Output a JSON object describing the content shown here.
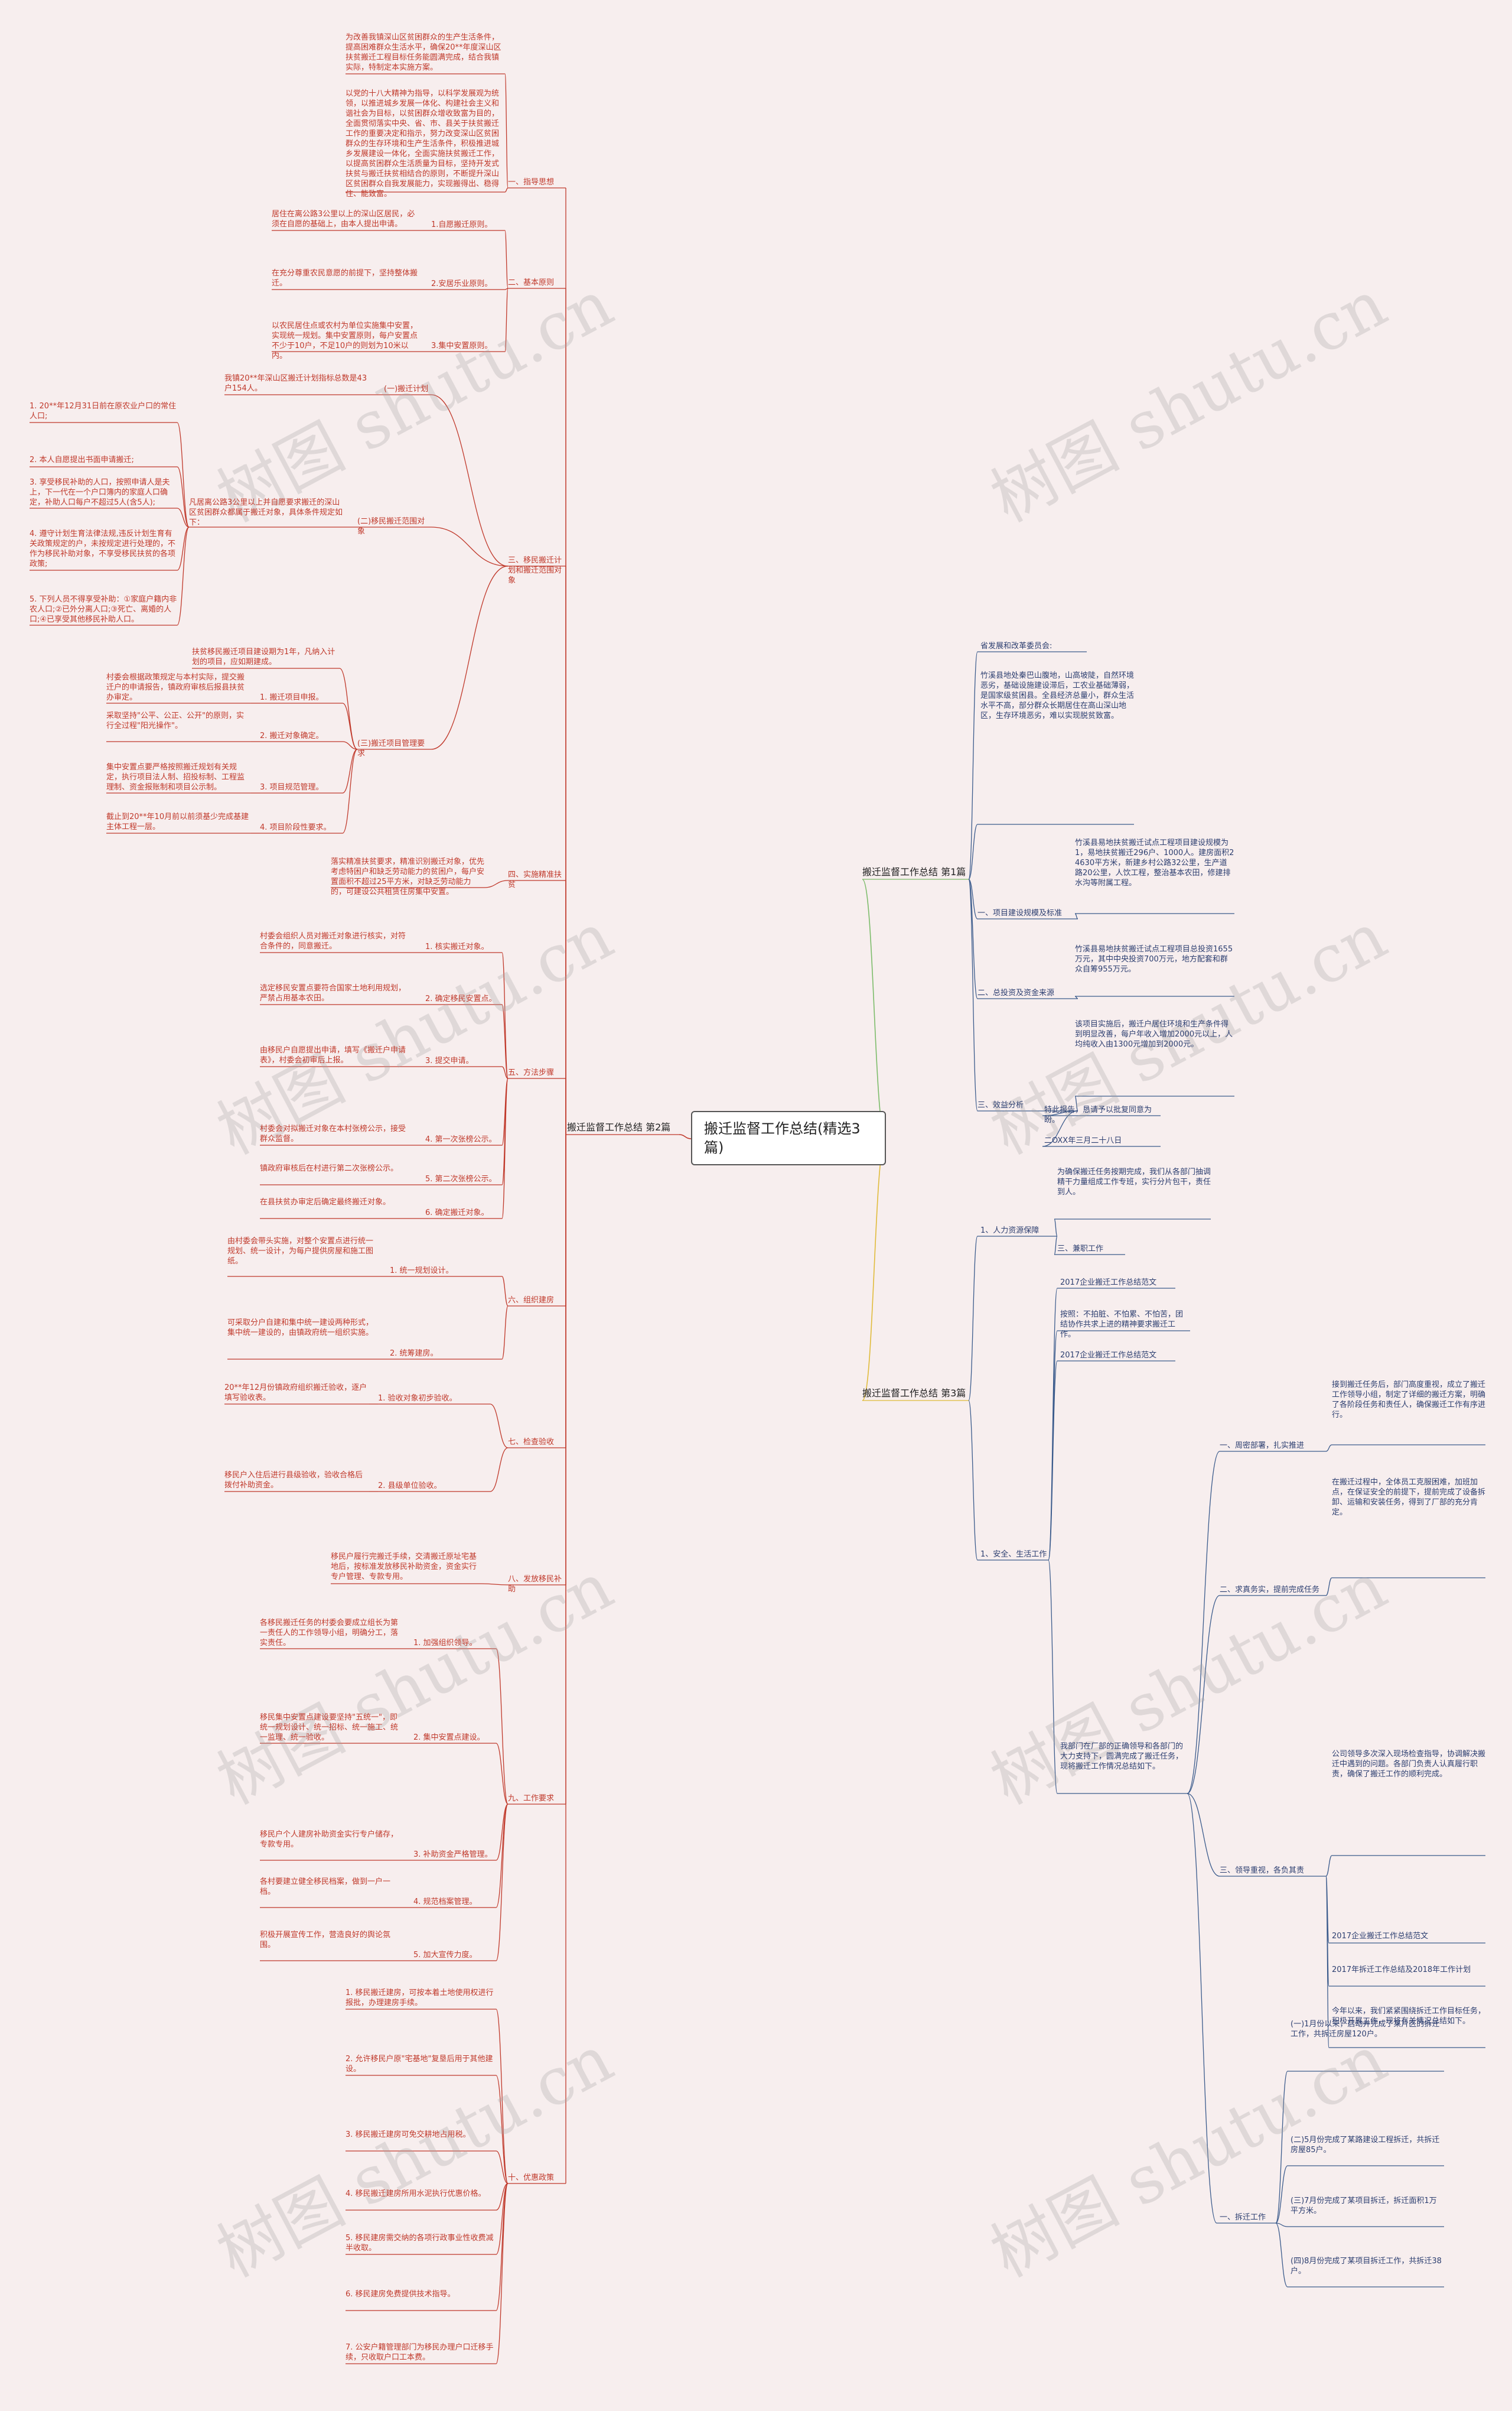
{
  "root": "搬迁监督工作总结(精选3篇)",
  "watermark": "树图 shutu.cn",
  "left": {
    "title": "搬迁监督工作总结 第2篇",
    "sections": [
      {
        "label": "一、指导思想",
        "texts": [
          "为改善我镇深山区贫困群众的生产生活条件，提高困难群众生活水平，确保20**年度深山区扶贫搬迁工程目标任务能圆满完成，结合我镇实际，特制定本实施方案。",
          "以党的十八大精神为指导，以科学发展观为统领，以推进城乡发展一体化、构建社会主义和谐社会为目标，以贫困群众增收致富为目的，全面贯彻落实中央、省、市、县关于扶贫搬迁工作的重要决定和指示，努力改变深山区贫困群众的生存环境和生产生活条件，积极推进城乡发展建设一体化，全面实施扶贫搬迁工作，以提高贫困群众生活质量为目标，坚持开发式扶贫与搬迁扶贫相结合的原则，不断提升深山区贫困群众自我发展能力，实现搬得出、稳得住、能致富。"
        ]
      },
      {
        "label": "二、基本原则",
        "items": [
          [
            "1.自愿搬迁原则。",
            "居住在离公路3公里以上的深山区居民，必须在自愿的基础上，由本人提出申请。"
          ],
          [
            "2.安居乐业原则。",
            "在充分尊重农民意愿的前提下，坚持整体搬迁。"
          ],
          [
            "3.集中安置原则。",
            "以农民居住点或农村为单位实施集中安置，实现统一规划。集中安置原则，每户安置点不少于10户，不足10户的则划为10米以内。"
          ]
        ]
      },
      {
        "label": "三、移民搬迁计划和搬迁范围对象",
        "sub": [
          {
            "label": "(一)搬迁计划",
            "text": "我镇20**年深山区搬迁计划指标总数是43户154人。"
          },
          {
            "label": "(二)移民搬迁范围对象",
            "intro": "凡居离公路3公里以上并自愿要求搬迁的深山区贫困群众都属于搬迁对象，具体条件规定如下：",
            "items": [
              "1. 20**年12月31日前在原农业户口的常住人口;",
              "2. 本人自愿提出书面申请搬迁;",
              "3. 享受移民补助的人口，按照申请人是夫上，下一代在一个户口簿内的家庭人口确定，补助人口每户不超过5人(含5人);",
              "4. 遵守计划生育法律法规,违反计划生育有关政策规定的户，未按规定进行处理的，不作为移民补助对象，不享受移民扶贫的各项政策;",
              "5. 下列人员不得享受补助：①家庭户籍内非农人口;②已外分离人口;③死亡、离婚的人口;④已享受其他移民补助人口。"
            ]
          },
          {
            "label": "(三)搬迁项目管理要求",
            "intro": "扶贫移民搬迁项目建设期为1年，凡纳入计划的项目，应如期建成。",
            "items": [
              "1. 搬迁项目申报。",
              "2. 搬迁对象确定。",
              "3. 项目规范管理。",
              "4. 项目阶段性要求。"
            ],
            "details": [
              "村委会根据政策规定与本村实际，提交搬迁户的申请报告，镇政府审核后报县扶贫办审定。",
              "采取坚持\"公平、公正、公开\"的原则，实行全过程\"阳光操作\"。",
              "集中安置点要严格按照搬迁规划有关规定，执行项目法人制、招投标制、工程监理制、资金报账制和项目公示制。",
              "截止到20**年10月前以前须基少完成基建主体工程一层。"
            ]
          }
        ]
      },
      {
        "label": "四、实施精准扶贫",
        "texts": [
          "落实精准扶贫要求，精准识别搬迁对象，优先考虑特困户和缺乏劳动能力的贫困户，每户安置面积不超过25平方米，对缺乏劳动能力的，可建设公共租赁住房集中安置。"
        ]
      },
      {
        "label": "五、方法步骤",
        "items": [
          [
            "1. 核实搬迁对象。",
            "村委会组织人员对搬迁对象进行核实，对符合条件的，同意搬迁。"
          ],
          [
            "2. 确定移民安置点。",
            "选定移民安置点要符合国家土地利用规划，严禁占用基本农田。"
          ],
          [
            "3. 提交申请。",
            "由移民户自愿提出申请，填写《搬迁户申请表》，村委会初审后上报。"
          ],
          [
            "4. 第一次张榜公示。",
            "村委会对拟搬迁对象在本村张榜公示，接受群众监督。"
          ],
          [
            "5. 第二次张榜公示。",
            "镇政府审核后在村进行第二次张榜公示。"
          ],
          [
            "6. 确定搬迁对象。",
            "在县扶贫办审定后确定最终搬迁对象。"
          ]
        ]
      },
      {
        "label": "六、组织建房",
        "items": [
          [
            "1. 统一规划设计。",
            "由村委会带头实施，对整个安置点进行统一规划、统一设计，为每户提供房屋和施工图纸。"
          ],
          [
            "2. 统筹建房。",
            "可采取分户自建和集中统一建设两种形式，集中统一建设的，由镇政府统一组织实施。"
          ]
        ]
      },
      {
        "label": "七、检查验收",
        "items": [
          [
            "1. 验收对象初步验收。",
            "20**年12月份镇政府组织搬迁验收，逐户填写验收表。"
          ],
          [
            "2. 县级单位验收。",
            "移民户入住后进行县级验收，验收合格后拨付补助资金。"
          ]
        ]
      },
      {
        "label": "八、发放移民补助",
        "texts": [
          "移民户履行完搬迁手续，交清搬迁原址宅基地后，按标准发放移民补助资金，资金实行专户管理、专款专用。"
        ]
      },
      {
        "label": "九、工作要求",
        "items": [
          [
            "1. 加强组织领导。",
            "各移民搬迁任务的村委会要成立组长为第一责任人的工作领导小组，明确分工，落实责任。"
          ],
          [
            "2. 集中安置点建设。",
            "移民集中安置点建设要坚持\"五统一\"，即统一规划设计、统一招标、统一施工、统一监理、统一验收。"
          ],
          [
            "3. 补助资金严格管理。",
            "移民户个人建房补助资金实行专户储存，专款专用。"
          ],
          [
            "4. 规范档案管理。",
            "各村要建立健全移民档案，做到一户一档。"
          ],
          [
            "5. 加大宣传力度。",
            "积极开展宣传工作，营造良好的舆论氛围。"
          ]
        ]
      },
      {
        "label": "十、优惠政策",
        "items": [
          "1. 移民搬迁建房，可按本着土地使用权进行报批，办理建房手续。",
          "2. 允许移民户原\"宅基地\"复垦后用于其他建设。",
          "3. 移民搬迁建房可免交耕地占用税。",
          "4. 移民搬迁建房所用水泥执行优惠价格。",
          "5. 移民建房需交纳的各项行政事业性收费减半收取。",
          "6. 移民建房免费提供技术指导。",
          "7. 公安户籍管理部门为移民办理户口迁移手续，只收取户口工本费。"
        ]
      }
    ]
  },
  "right": {
    "p1": {
      "title": "搬迁监督工作总结 第1篇",
      "intro": "省发展和改革委员会:",
      "desc": "竹溪县地处秦巴山腹地，山高坡陡，自然环境恶劣，基础设施建设滞后，工农业基础薄弱，是国家级贫困县。全县经济总量小，群众生活水平不高，部分群众长期居住在高山深山地区，生存环境恶劣，难以实现脱贫致富。",
      "items": [
        {
          "label": "一、项目建设规模及标准",
          "text": "竹溪县易地扶贫搬迁试点工程项目建设规模为1，易地扶贫搬迁296户、1000人。建房面积24630平方米，新建乡村公路32公里，生产道路20公里，人饮工程，整治基本农田，修建排水沟等附属工程。"
        },
        {
          "label": "二、总投资及资金来源",
          "text": "竹溪县易地扶贫搬迁试点工程项目总投资1655万元，其中中央投资700万元，地方配套和群众自筹955万元。"
        },
        {
          "label": "三、效益分析",
          "text": "该项目实施后，搬迁户居住环境和生产条件得到明显改善，每户年收入增加2000元以上，人均纯收入由1300元增加到2000元。"
        }
      ],
      "sign": [
        "特此报告，恳请予以批复同意为盼。",
        "二OXX年三月二十八日"
      ]
    },
    "p3": {
      "title": "搬迁监督工作总结 第3篇",
      "items": [
        {
          "label": "1、人力资源保障",
          "texts": [
            "为确保搬迁任务按期完成，我们从各部门抽调精干力量组成工作专班，实行分片包干，责任到人。",
            "三、兼职工作"
          ]
        },
        {
          "label": "1、安全、生活工作",
          "texts": [
            "2017企业搬迁工作总结范文",
            "按照：不拍脏、不怕累、不怕苦，团结协作共求上进的精神要求搬迁工作。",
            "2017企业搬迁工作总结范文",
            "我部门在厂部的正确领导和各部门的大力支持下，圆满完成了搬迁任务，现将搬迁工作情况总结如下。"
          ]
        },
        {
          "label": "一、周密部署，扎实推进",
          "text": "接到搬迁任务后，部门高度重视，成立了搬迁工作领导小组，制定了详细的搬迁方案，明确了各阶段任务和责任人，确保搬迁工作有序进行。"
        },
        {
          "label": "二、求真务实，提前完成任务",
          "text": "在搬迁过程中，全体员工克服困难，加班加点，在保证安全的前提下，提前完成了设备拆卸、运输和安装任务，得到了厂部的充分肯定。"
        },
        {
          "label": "三、领导重视，各负其责",
          "texts": [
            "公司领导多次深入现场检查指导，协调解决搬迁中遇到的问题。各部门负责人认真履行职责，确保了搬迁工作的顺利完成。",
            "2017企业搬迁工作总结范文",
            "2017年拆迁工作总结及2018年工作计划",
            "今年以来，我们紧紧围绕拆迁工作目标任务，积极开展工作，现将有关情况总结如下。"
          ]
        },
        {
          "label": "一、拆迁工作",
          "texts": [
            "(一)1月份以来，启动并完成了某片区的拆迁工作，共拆迁房屋120户。",
            "(二)5月份完成了某路建设工程拆迁，共拆迁房屋85户。",
            "(三)7月份完成了某项目拆迁，拆迁面积1万平方米。",
            "(四)8月份完成了某项目拆迁工作，共拆迁38户。"
          ]
        }
      ]
    }
  }
}
